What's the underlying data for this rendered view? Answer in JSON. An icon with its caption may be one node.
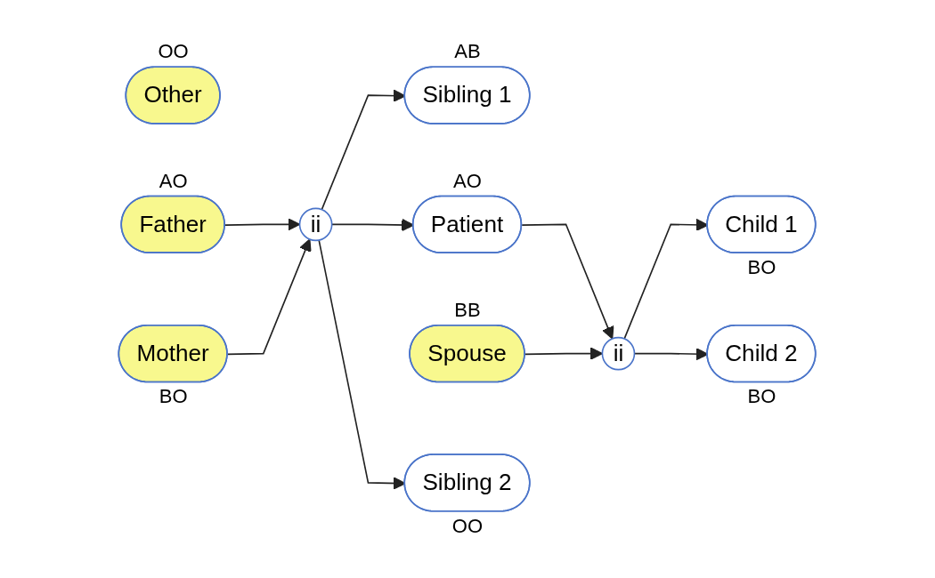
{
  "diagram": {
    "nodes": [
      {
        "text": [
          "Other"
        ],
        "beside": [
          "OO"
        ]
      },
      {
        "text": [
          "Father"
        ],
        "beside": [
          "AO"
        ]
      },
      {
        "text": [
          "Sibling 1"
        ],
        "beside": [
          "AB"
        ]
      },
      {
        "text": [
          "ii"
        ]
      },
      {
        "text": [
          "Patient"
        ],
        "beside": [
          "AO"
        ]
      },
      {
        "text": [
          "Spouse"
        ],
        "beside": [
          "BB"
        ]
      },
      {
        "text": [
          "Mother"
        ],
        "beside": [
          "BO"
        ]
      },
      {
        "text": [
          "Sibling 2"
        ],
        "beside": [
          "OO"
        ]
      },
      {
        "text": [
          "ii"
        ]
      },
      {
        "text": [
          "Child 1"
        ],
        "beside": [
          "BO"
        ]
      },
      {
        "text": [
          "Child 2"
        ],
        "beside": [
          "BO"
        ]
      }
    ],
    "edges": [
      {
        "from": 1,
        "to": 3,
        "arrow": "to"
      },
      {
        "from": 6,
        "to": 3,
        "arrow": "to"
      },
      {
        "from": 3,
        "to": 2,
        "arrow": "to"
      },
      {
        "from": 3,
        "to": 4,
        "arrow": "to"
      },
      {
        "from": 3,
        "to": 7,
        "arrow": "to"
      },
      {
        "from": 4,
        "to": 8,
        "arrow": "to"
      },
      {
        "from": 5,
        "to": 8,
        "arrow": "to"
      },
      {
        "from": 8,
        "to": 9,
        "arrow": "to"
      },
      {
        "from": 8,
        "to": 10,
        "arrow": "to"
      }
    ]
  }
}
